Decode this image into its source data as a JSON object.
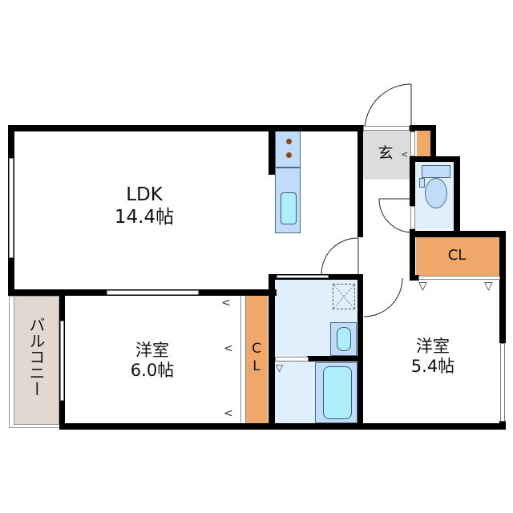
{
  "floor_plan": {
    "rooms": [
      {
        "id": "ldk",
        "name": "LDK",
        "size": "14.4帖"
      },
      {
        "id": "western1",
        "name": "洋室",
        "size": "6.0帖"
      },
      {
        "id": "western2",
        "name": "洋室",
        "size": "5.4帖"
      },
      {
        "id": "entrance",
        "name": "玄"
      },
      {
        "id": "balcony",
        "name": "バルコニー"
      },
      {
        "id": "closet_top_right",
        "name": "CL"
      },
      {
        "id": "closet_left",
        "name": "C\nL"
      }
    ],
    "labels": {
      "ldk_name": "LDK",
      "ldk_size": "14.4帖",
      "w1_name": "洋室",
      "w1_size": "6.0帖",
      "w2_name": "洋室",
      "w2_size": "5.4帖",
      "entrance": "玄",
      "balcony": "バルコニー",
      "cl_right": "CL",
      "cl_left_c": "C",
      "cl_left_l": "L"
    },
    "colors": {
      "wall": "#000000",
      "closet": "#f0a86a",
      "wet_area": "#dff0fc",
      "fixture": "#c0dcf8",
      "tub": "#aeeefa",
      "entrance": "#dcdcdc",
      "balcony": "#e3d8d0"
    }
  }
}
